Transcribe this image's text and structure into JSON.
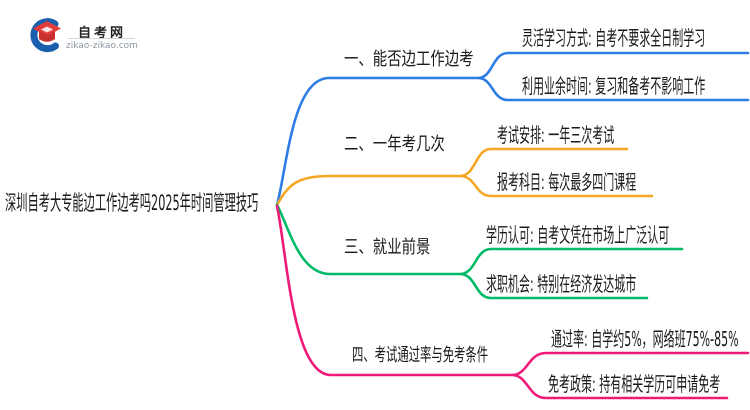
{
  "logo": {
    "title": "自考网",
    "domain": "zikao-zikao.com",
    "icon": "graduation-cap-icon",
    "colors": {
      "crescent_blue": "#1a5fae",
      "cap_red": "#e23c3c",
      "cap_red_dark": "#c93030"
    }
  },
  "root": {
    "title": "深圳自考大专能边工作边考吗2025年时间管理技巧"
  },
  "branches": [
    {
      "label": "一、能否边工作边考",
      "color": "#2e7de5",
      "leaves": [
        "灵活学习方式: 自考不要求全日制学习",
        "利用业余时间: 复习和备考不影响工作"
      ]
    },
    {
      "label": "二、一年考几次",
      "color": "#f5a623",
      "leaves": [
        "考试安排: 一年三次考试",
        "报考科目: 每次最多四门课程"
      ]
    },
    {
      "label": "三、就业前景",
      "color": "#00ba68",
      "leaves": [
        "学历认可: 自考文凭在市场上广泛认可",
        "求职机会: 特别在经济发达城市"
      ]
    },
    {
      "label": "四、考试通过率与免考条件",
      "color": "#ef1a77",
      "leaves": [
        "通过率: 自学约5%，网络班75%-85%",
        "免考政策: 持有相关学历可申请免考"
      ]
    }
  ],
  "colors": {
    "background": "#ffffff",
    "text": "#1a1a1a",
    "logo_domain_text": "#8b959f"
  }
}
